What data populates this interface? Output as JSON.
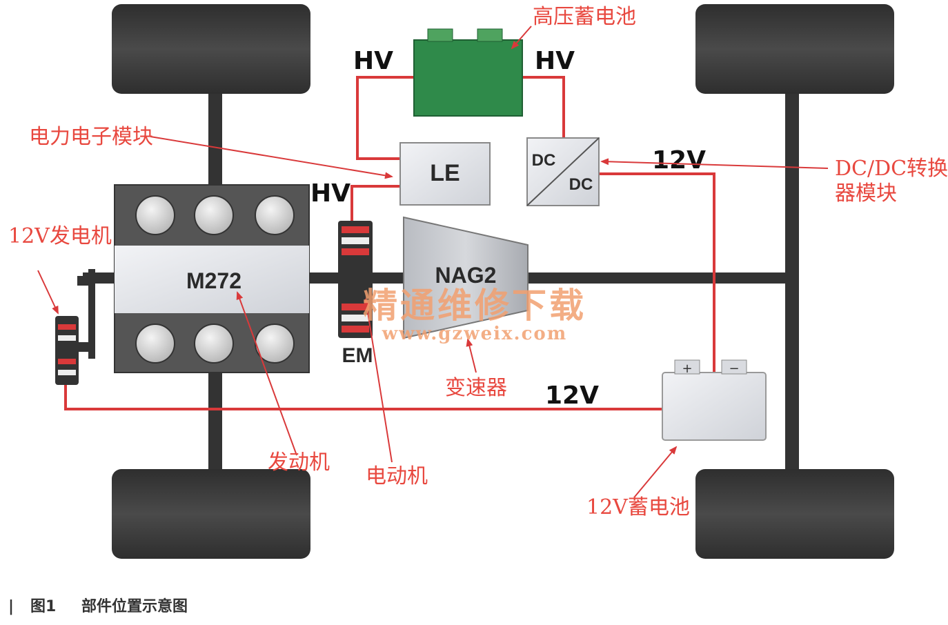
{
  "diagram": {
    "components": {
      "engine": "M272",
      "transmission": "NAG2",
      "power_electronics": "LE",
      "dcdc_top": "DC",
      "dcdc_bottom": "DC",
      "motor": "EM"
    },
    "voltage_labels": {
      "hv_left": "HV",
      "hv_right": "HV",
      "hv_le": "HV",
      "v12_dcdc": "12V",
      "v12_battery": "12V"
    },
    "callouts": {
      "hv_battery": "高压蓄电池",
      "power_electronics_module": "电力电子模块",
      "dcdc_line1": "DC/DC转换",
      "dcdc_line2": "器模块",
      "generator_12v": "12V发电机",
      "transmission": "变速器",
      "engine": "发动机",
      "motor": "电动机",
      "battery_12v": "12V蓄电池"
    },
    "battery_terminals": {
      "plus": "+",
      "minus": "−"
    }
  },
  "watermark": {
    "cn": "精通维修下载",
    "url": "www.gzweix.com"
  },
  "caption": {
    "marker": "|",
    "figure": "图1",
    "title": "部件位置示意图"
  },
  "colors": {
    "wire_red": "#d9393a",
    "label_red": "#e8483f",
    "tire_dark": "#3a3a3a",
    "hv_battery_green": "#2f8a4a",
    "box_gray": "#e4e6ea",
    "axle_dark": "#333333"
  }
}
